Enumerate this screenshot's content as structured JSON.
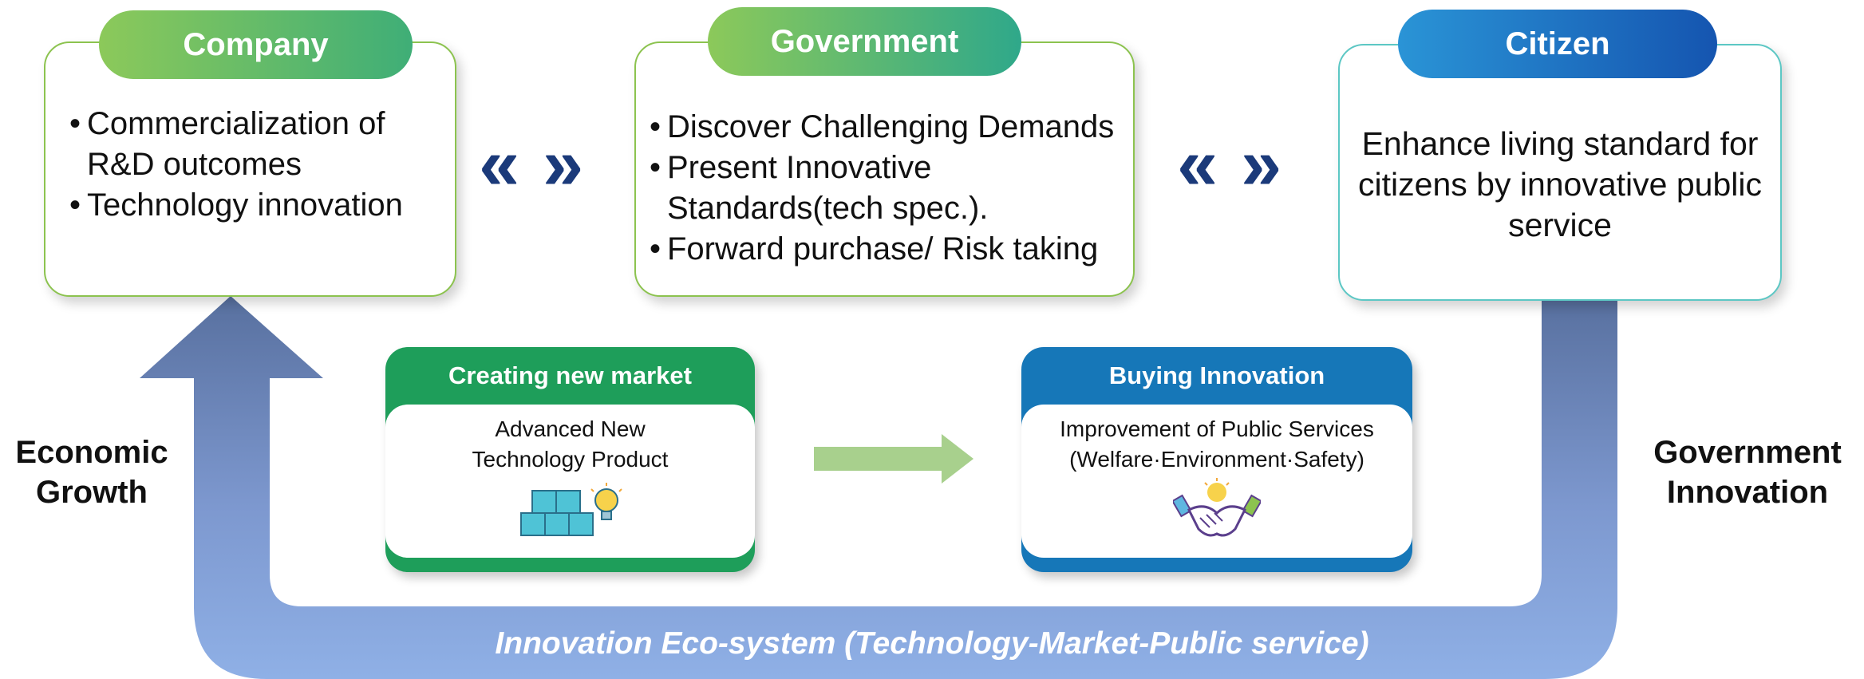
{
  "company": {
    "title": "Company",
    "items": [
      "Commercialization of R&D outcomes",
      "Technology innovation"
    ]
  },
  "government": {
    "title": "Government",
    "items": [
      "Discover Challenging Demands",
      "Present Innovative Standards(tech spec.).",
      "Forward purchase/ Risk taking"
    ]
  },
  "citizen": {
    "title": "Citizen",
    "text": "Enhance living standard for citizens by innovative public service"
  },
  "market": {
    "title": "Creating new market",
    "text": "Advanced New Technology Product",
    "icon": "boxes-lightbulb-icon"
  },
  "buying": {
    "title": "Buying Innovation",
    "text": "Improvement of Public Services (Welfare·Environment·Safety)",
    "icon": "handshake-icon"
  },
  "labels": {
    "left": "Economic Growth",
    "right": "Government Innovation",
    "bottom": "Innovation Eco-system (Technology-Market-Public service)"
  },
  "colors": {
    "green_border": "#8cc34f",
    "teal_border": "#5cc7c4",
    "market_green": "#1e9e5a",
    "buying_blue": "#1677b8",
    "loop_arrow": "#7fa0d8",
    "chevron_dark": "#1b3a7a",
    "chevron_light": "#a9c0e0"
  }
}
